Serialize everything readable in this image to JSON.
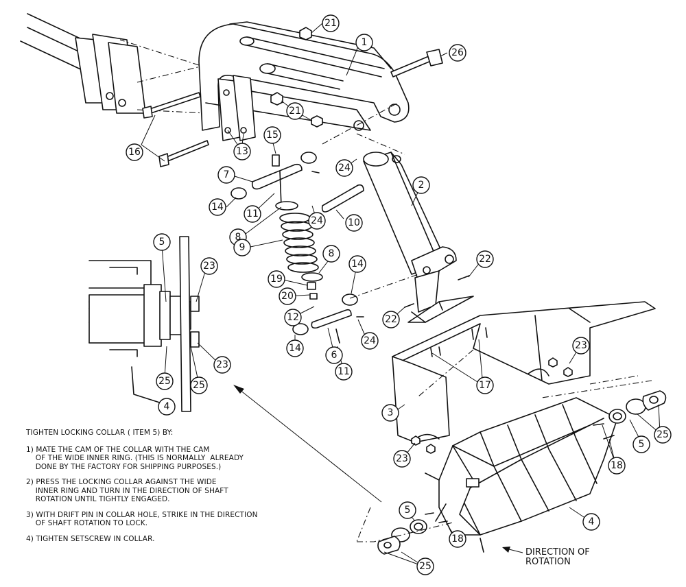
{
  "diagram": {
    "callouts": [
      "21",
      "1",
      "26",
      "16",
      "13",
      "15",
      "21",
      "7",
      "14",
      "24",
      "11",
      "8",
      "24",
      "10",
      "2",
      "9",
      "5",
      "8",
      "19",
      "14",
      "22",
      "20",
      "23",
      "12",
      "22",
      "6",
      "24",
      "14",
      "11",
      "23",
      "25",
      "25",
      "23",
      "4",
      "17",
      "3",
      "25",
      "5",
      "18",
      "23",
      "4",
      "5",
      "18",
      "25"
    ],
    "note": {
      "heading": "TIGHTEN LOCKING COLLAR ( ITEM 5) BY:",
      "steps": [
        "1) MATE THE CAM OF THE COLLAR WITH THE CAM\n    OF THE WIDE INNER RING. (THIS IS NORMALLY  ALREADY\n    DONE BY THE FACTORY FOR SHIPPING PURPOSES.)",
        "2) PRESS THE LOCKING COLLAR AGAINST THE WIDE\n    INNER RING AND TURN IN THE DIRECTION OF SHAFT\n    ROTATION UNTIL TIGHTLY ENGAGED.",
        "3) WITH DRIFT PIN IN COLLAR HOLE, STRIKE IN THE DIRECTION\n    OF SHAFT ROTATION TO LOCK.",
        "4) TIGHTEN SETSCREW IN COLLAR."
      ]
    },
    "direction_label": "DIRECTION OF\nROTATION"
  }
}
